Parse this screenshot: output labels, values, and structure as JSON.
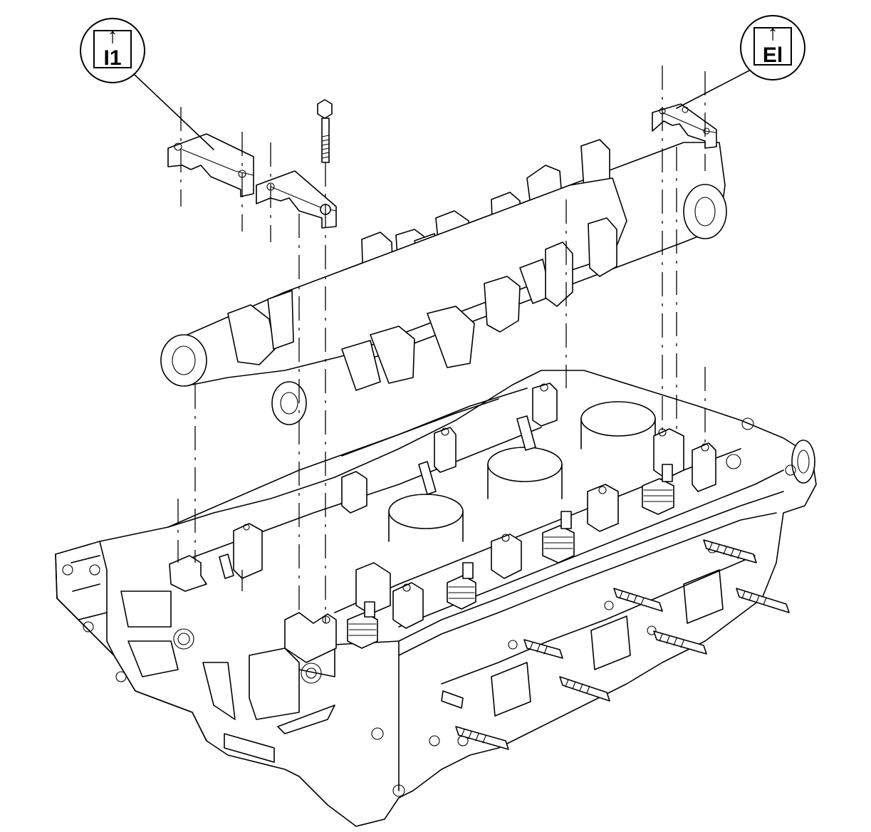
{
  "callouts": [
    {
      "id": "intake",
      "label": "I1",
      "arrow": "↑"
    },
    {
      "id": "exhaust",
      "label": "El",
      "arrow": "↑"
    }
  ],
  "icons": [
    "up-arrow-icon"
  ]
}
